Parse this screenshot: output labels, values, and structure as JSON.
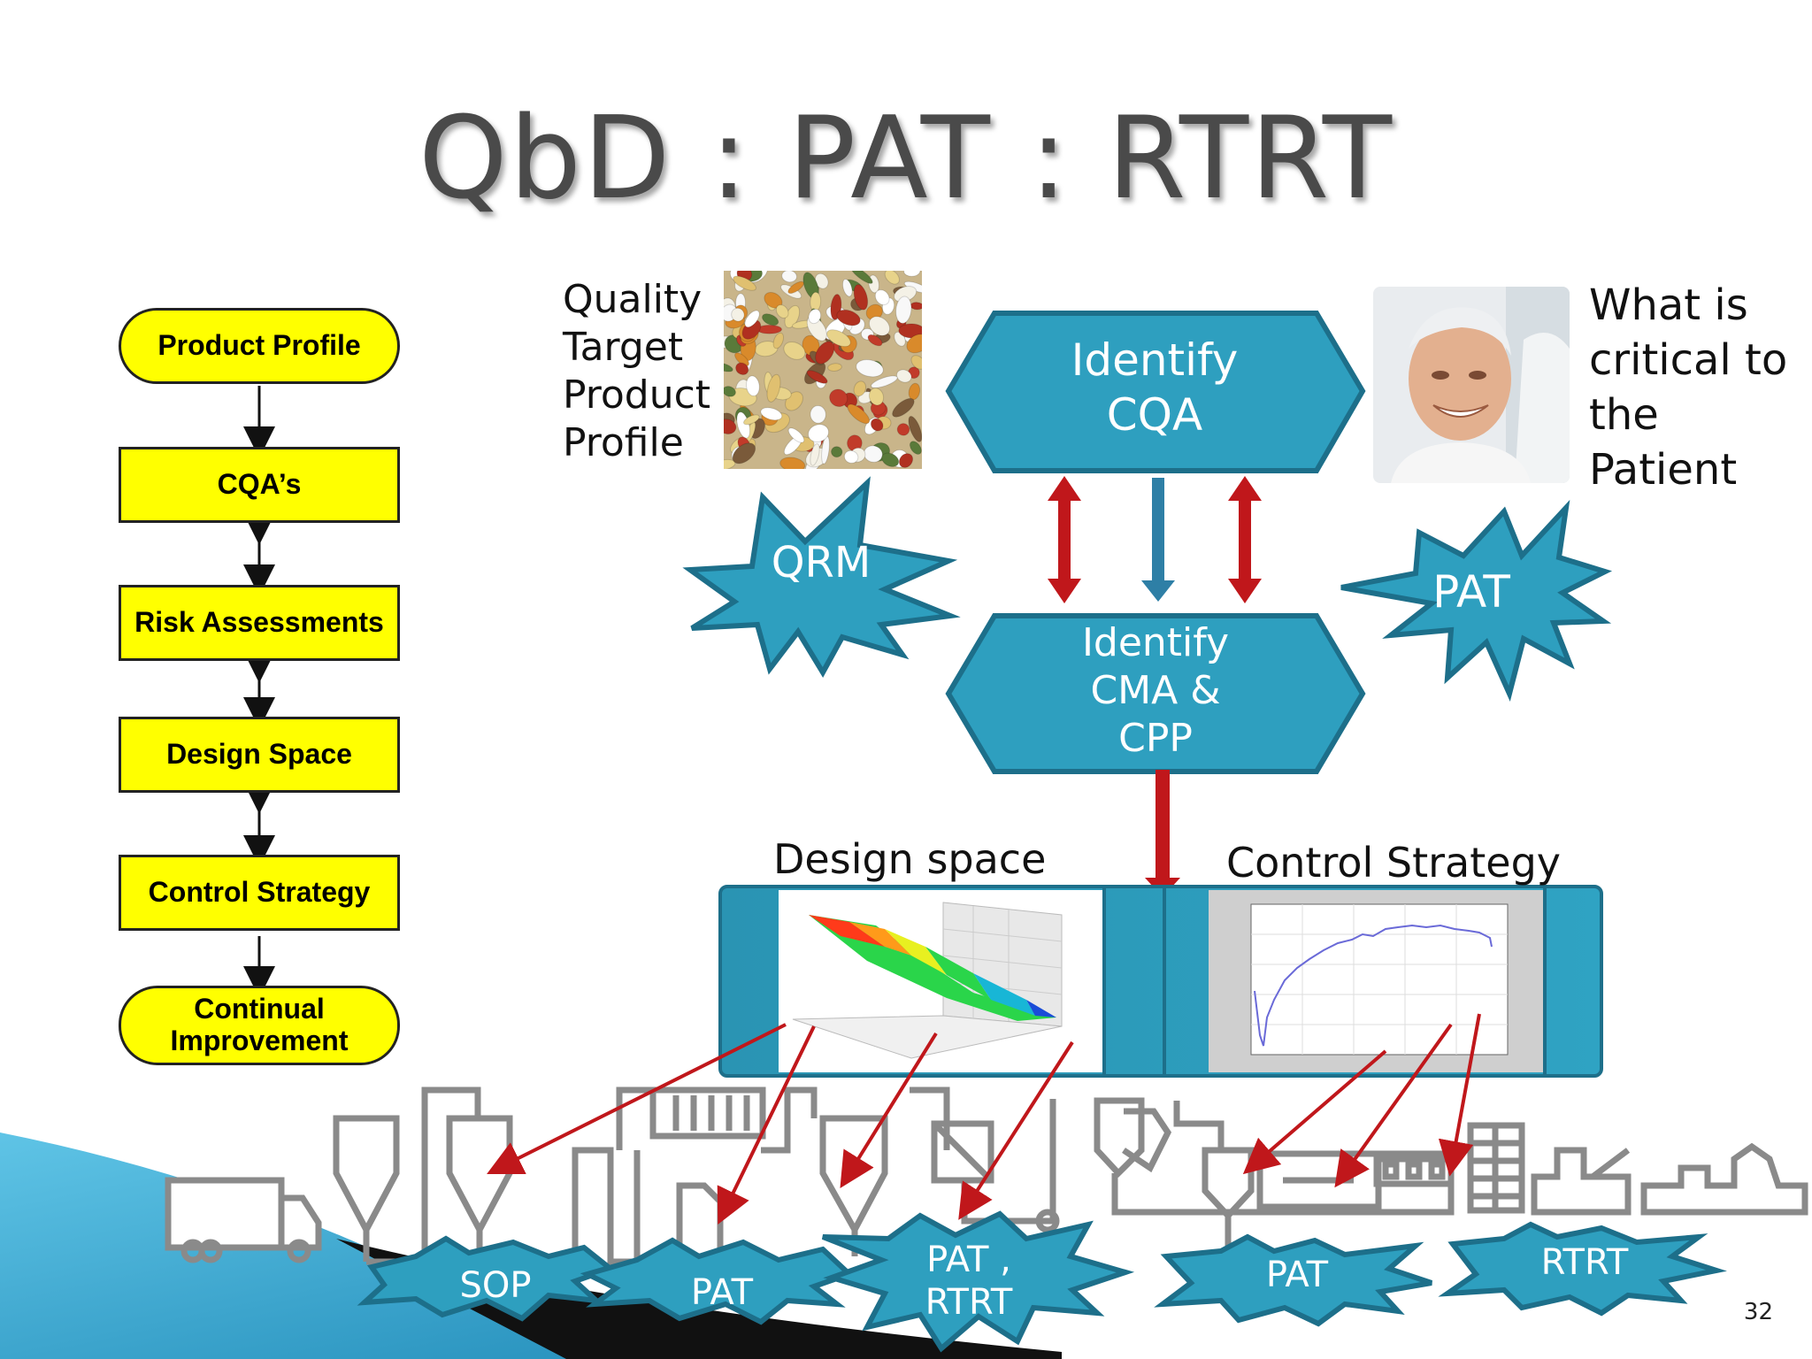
{
  "title": "QbD : PAT : RTRT",
  "flowchart": {
    "items": [
      "Product Profile",
      "CQA’s",
      "Risk Assessments",
      "Design Space",
      "Control Strategy",
      "Continual Improvement"
    ]
  },
  "labels": {
    "qtpp": "Quality Target Product Profile",
    "critical": "What is critical to the Patient",
    "design_space": "Design space",
    "control_strategy": "Control Strategy"
  },
  "hexagons": {
    "cqa": "Identify CQA",
    "cma": "Identify CMA & CPP"
  },
  "bursts": {
    "qrm": "QRM",
    "pat_right": "PAT",
    "sop": "SOP",
    "pat_1": "PAT",
    "pat_rtrt": "PAT , RTRT",
    "pat_2": "PAT",
    "rtrt": "RTRT"
  },
  "page_number": "32",
  "colors": {
    "teal": "#2e9fbf",
    "teal_dark": "#1d6f8a",
    "yellow": "#ffff00",
    "red": "#c0171b",
    "equipment_gray": "#8a8a8a"
  }
}
